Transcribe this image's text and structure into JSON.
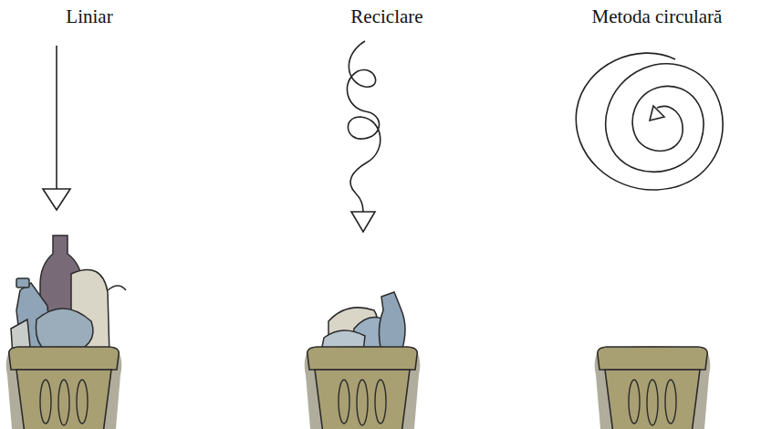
{
  "diagram": {
    "labels": [
      "Liniar",
      "Reciclare",
      "Metoda circulară"
    ]
  }
}
